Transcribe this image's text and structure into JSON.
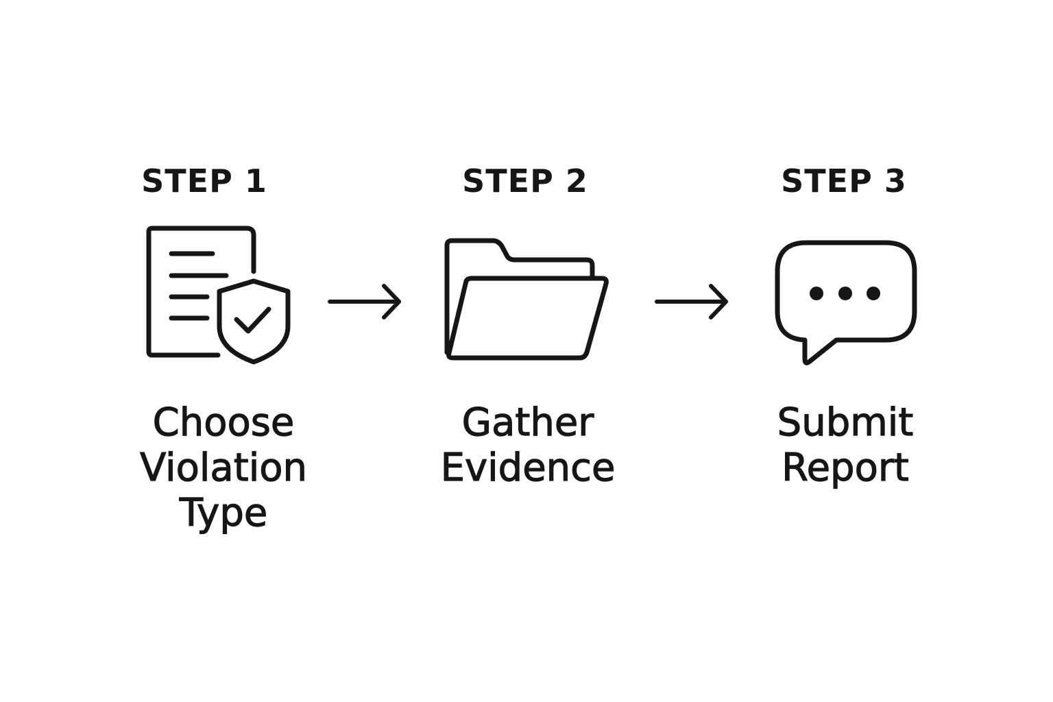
{
  "steps": [
    {
      "label": "STEP 1",
      "title_lines": [
        "Choose",
        "Violation",
        "Type"
      ],
      "icon": "document-shield-check-icon"
    },
    {
      "label": "STEP 2",
      "title_lines": [
        "Gather",
        "Evidence"
      ],
      "icon": "open-folder-icon"
    },
    {
      "label": "STEP 3",
      "title_lines": [
        "Submit",
        "Report"
      ],
      "icon": "chat-bubble-dots-icon"
    }
  ],
  "arrows": [
    "arrow-right-icon",
    "arrow-right-icon"
  ],
  "colors": {
    "ink": "#161616",
    "background": "#ffffff"
  }
}
